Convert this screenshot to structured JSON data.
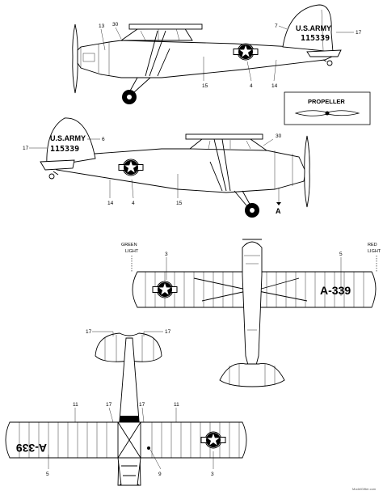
{
  "side_view_upper": {
    "markings": {
      "army": "U.S.ARMY",
      "serial": "115339"
    },
    "callouts": {
      "c13": "13",
      "c30": "30",
      "c7": "7",
      "c17": "17",
      "c15": "15",
      "c4": "4",
      "c14": "14"
    }
  },
  "propeller_box": {
    "title": "PROPELLER"
  },
  "side_view_lower": {
    "markings": {
      "army": "U.S.ARMY",
      "serial": "115339"
    },
    "callouts": {
      "c17": "17",
      "c6": "6",
      "c30": "30",
      "c14": "14",
      "c4": "4",
      "c15": "15"
    },
    "section_mark": "A"
  },
  "top_view": {
    "wing_code": "A-339",
    "green_light": [
      "GREEN",
      "LIGHT"
    ],
    "red_light": [
      "RED",
      "LIGHT"
    ],
    "callouts": {
      "c3": "3",
      "c5": "5"
    }
  },
  "bottom_view": {
    "wing_code": "A-339",
    "callouts": {
      "c17a": "17",
      "c17b": "17",
      "c11a": "11",
      "c17c": "17",
      "c17d": "17",
      "c11b": "11",
      "c5": "5",
      "c9": "9",
      "c3": "3"
    }
  },
  "watermark": "ModelGifter.com"
}
